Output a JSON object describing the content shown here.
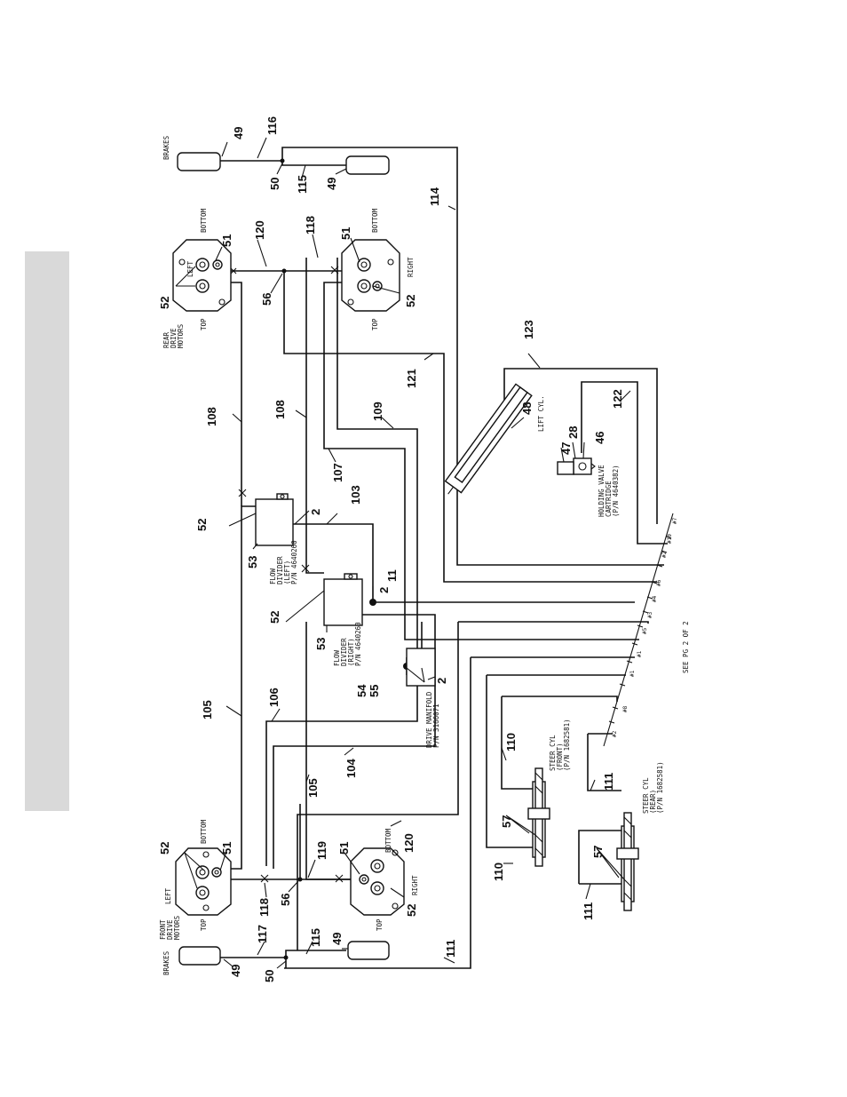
{
  "labels": {
    "brakes_rear": "BRAKES",
    "brakes_front": "BRAKES",
    "rear_drive_motors": [
      "REAR",
      "DRIVE",
      "MOTORS"
    ],
    "front_drive_motors": [
      "FRONT",
      "DRIVE",
      "MOTORS"
    ],
    "rear_left": "LEFT",
    "rear_right": "RIGHT",
    "rear_top_left": "TOP",
    "rear_top_right": "TOP",
    "rear_bottom_left": "BOTTOM",
    "rear_bottom_right": "BOTTOM",
    "front_left": "LEFT",
    "front_right": "RIGHT",
    "front_top_left": "TOP",
    "front_top_right": "TOP",
    "front_bottom_left": "BOTTOM",
    "front_bottom_right": "BOTTOM",
    "flow_divider_left": [
      "FLOW",
      "DIVIDER",
      "(LEFT)",
      "P/N 4640260"
    ],
    "flow_divider_right": [
      "FLOW",
      "DIVIDER",
      "(RIGHT)",
      "P/N 4640260"
    ],
    "drive_manifold": [
      "DRIVE MANIFOLD",
      "P/N 3166071"
    ],
    "lift_cyl": "LIFT CYL.",
    "holding_valve": [
      "HOLDING VALVE",
      "CARTRIDGE",
      "(P/N 4640382)"
    ],
    "steer_cyl_front": [
      "STEER CYL",
      "(FRONT)",
      "(P/N 1682581)"
    ],
    "steer_cyl_rear": [
      "STEER CYL",
      "(REAR)",
      "(P/N 1682581)"
    ],
    "see_page": "SEE PG 2 OF 2"
  },
  "ports": [
    "#7",
    "#10",
    "#2",
    "#6",
    "#4",
    "#3",
    "#5",
    "#1",
    "#1",
    "#8",
    "#2"
  ],
  "callouts": {
    "c116": "116",
    "c49a": "49",
    "c50a": "50",
    "c115a": "115",
    "c49b": "49",
    "c114": "114",
    "c120a": "120",
    "c118a": "118",
    "c51a": "51",
    "c51b": "51",
    "c52a": "52",
    "c52b": "52",
    "c56a": "56",
    "c123": "123",
    "c121": "121",
    "c108a": "108",
    "c108b": "108",
    "c109": "109",
    "c48": "48",
    "c122": "122",
    "c28": "28",
    "c47": "47",
    "c46": "46",
    "c107": "107",
    "c103": "103",
    "c2a": "2",
    "c2b": "2",
    "c11": "11",
    "c52c": "52",
    "c53a": "53",
    "c52d": "52",
    "c53b": "53",
    "c54": "54",
    "c55": "55",
    "c2c": "2",
    "c105a": "105",
    "c106": "106",
    "c104": "104",
    "c105b": "105",
    "c110a": "110",
    "c110b": "110",
    "c57a": "57",
    "c111a": "111",
    "c111b": "111",
    "c57b": "57",
    "c111c": "111",
    "c52e": "52",
    "c51c": "51",
    "c119": "119",
    "c120b": "120",
    "c51d": "51",
    "c52f": "52",
    "c118b": "118",
    "c56b": "56",
    "c117": "117",
    "c115b": "115",
    "c49c": "49",
    "c49d": "49",
    "c50b": "50"
  }
}
